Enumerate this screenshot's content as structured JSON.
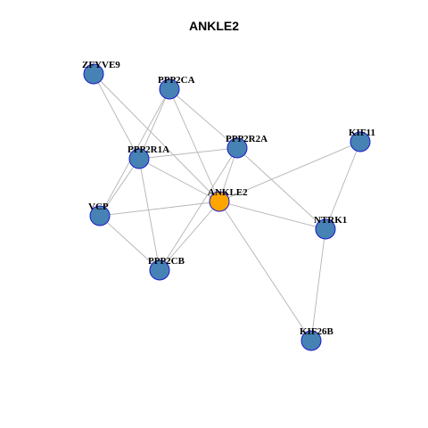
{
  "title": "ANKLE2",
  "colors": {
    "node": "#4682b4",
    "center": "#ffa500",
    "edge": "#b3b3b3",
    "outline": "#1a1acc"
  },
  "nodes": [
    {
      "id": "ZFYVE9",
      "label": "ZFYVE9",
      "center": false
    },
    {
      "id": "PPP2CA",
      "label": "PPP2CA",
      "center": false
    },
    {
      "id": "PPP2R1A",
      "label": "PPP2R1A",
      "center": false
    },
    {
      "id": "PPP2R2A",
      "label": "PPP2R2A",
      "center": false
    },
    {
      "id": "KIF11",
      "label": "KIF11",
      "center": false
    },
    {
      "id": "ANKLE2",
      "label": "ANKLE2",
      "center": true
    },
    {
      "id": "VCP",
      "label": "VCP",
      "center": false
    },
    {
      "id": "NTRK1",
      "label": "NTRK1",
      "center": false
    },
    {
      "id": "PPP2CB",
      "label": "PPP2CB",
      "center": false
    },
    {
      "id": "KIF26B",
      "label": "KIF26B",
      "center": false
    }
  ],
  "edges": [
    [
      "ZFYVE9",
      "PPP2R1A"
    ],
    [
      "ZFYVE9",
      "ANKLE2"
    ],
    [
      "PPP2CA",
      "PPP2R1A"
    ],
    [
      "PPP2CA",
      "VCP"
    ],
    [
      "PPP2CA",
      "ANKLE2"
    ],
    [
      "PPP2CA",
      "PPP2R2A"
    ],
    [
      "PPP2R1A",
      "PPP2R2A"
    ],
    [
      "PPP2R1A",
      "ANKLE2"
    ],
    [
      "PPP2R1A",
      "VCP"
    ],
    [
      "PPP2R1A",
      "PPP2CB"
    ],
    [
      "PPP2R2A",
      "ANKLE2"
    ],
    [
      "PPP2R2A",
      "NTRK1"
    ],
    [
      "PPP2R2A",
      "PPP2CB"
    ],
    [
      "KIF11",
      "ANKLE2"
    ],
    [
      "KIF11",
      "NTRK1"
    ],
    [
      "ANKLE2",
      "VCP"
    ],
    [
      "ANKLE2",
      "NTRK1"
    ],
    [
      "ANKLE2",
      "PPP2CB"
    ],
    [
      "ANKLE2",
      "KIF26B"
    ],
    [
      "VCP",
      "PPP2CB"
    ],
    [
      "NTRK1",
      "KIF26B"
    ]
  ]
}
